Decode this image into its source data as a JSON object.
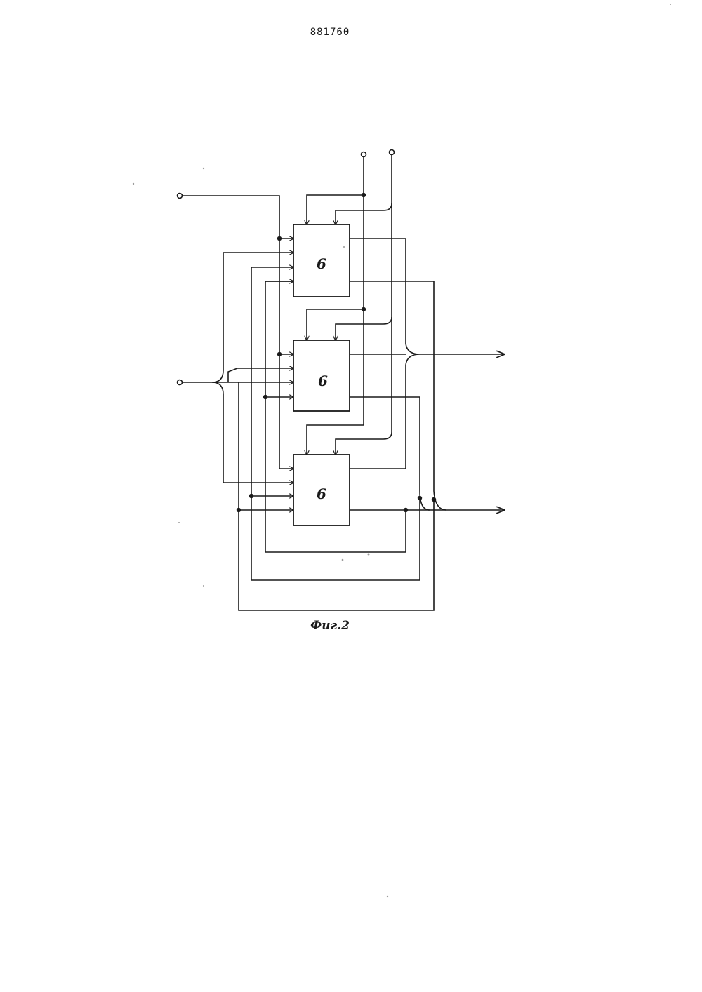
{
  "document": {
    "number": "881760"
  },
  "figure": {
    "caption": "Фиг.2",
    "blocks": [
      {
        "id": "block-1",
        "label": "6"
      },
      {
        "id": "block-2",
        "label": "6"
      },
      {
        "id": "block-3",
        "label": "6"
      }
    ],
    "input_terminals": [
      "input-top-left",
      "input-mid-left",
      "input-top-1",
      "input-top-2"
    ],
    "outputs": [
      "output-upper",
      "output-lower"
    ]
  }
}
